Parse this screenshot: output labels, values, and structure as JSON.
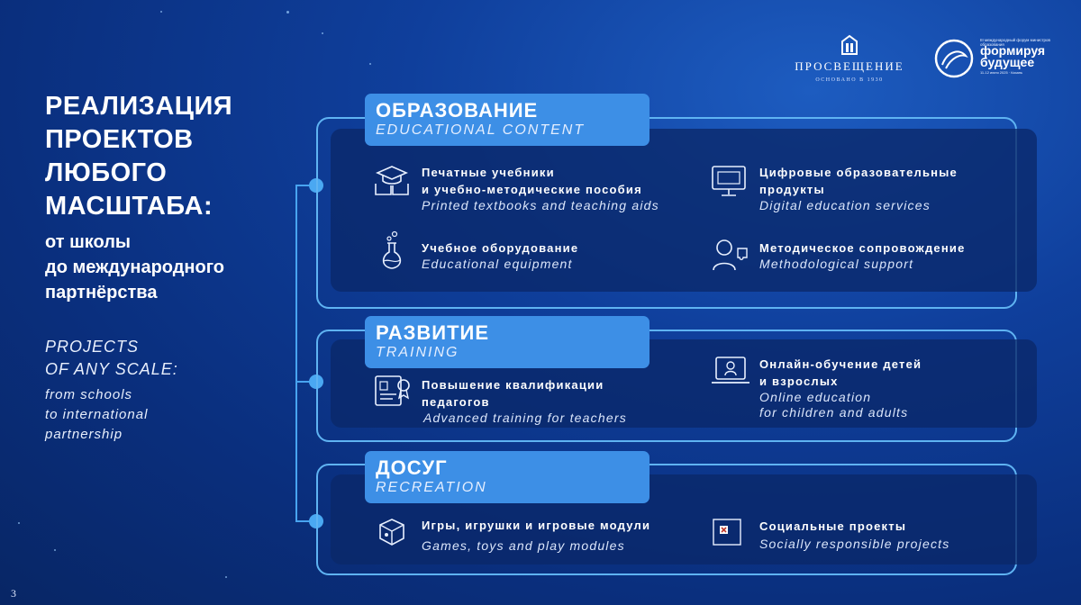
{
  "page_number": "3",
  "heading": {
    "title_lines": [
      "РЕАЛИЗАЦИЯ",
      "ПРОЕКТОВ",
      "ЛЮБОГО",
      "МАСШТАБА:"
    ],
    "subtitle_lines": [
      "от школы",
      "до международного",
      "партнёрства"
    ],
    "en_title_lines": [
      "PROJECTS",
      "OF ANY SCALE:"
    ],
    "en_subtitle_lines": [
      "from schools",
      "to international",
      "partnership"
    ]
  },
  "logos": {
    "prosveshchenie": {
      "name": "ПРОСВЕЩЕНИЕ",
      "since": "ОСНОВАНО В 1930"
    },
    "forum": {
      "top_text": "III международный форум министров образования",
      "name_line1": "формируя",
      "name_line2": "будущее",
      "bottom_text": "11-12 июня 2025 · Казань"
    }
  },
  "sections": [
    {
      "label_ru": "ОБРАЗОВАНИЕ",
      "label_en": "EDUCATIONAL CONTENT",
      "items": [
        {
          "icon": "graduation-book-icon",
          "ru_lines": [
            "Печатные учебники",
            "и учебно-методические пособия"
          ],
          "en_lines": [
            "Printed textbooks and teaching aids"
          ]
        },
        {
          "icon": "monitor-icon",
          "ru_lines": [
            "Цифровые образовательные",
            "продукты"
          ],
          "en_lines": [
            "Digital education services"
          ]
        },
        {
          "icon": "flask-icon",
          "ru_lines": [
            "Учебное оборудование"
          ],
          "en_lines": [
            "Educational equipment"
          ]
        },
        {
          "icon": "teacher-puzzle-icon",
          "ru_lines": [
            "Методическое сопровождение"
          ],
          "en_lines": [
            "Methodological support"
          ]
        }
      ]
    },
    {
      "label_ru": "РАЗВИТИЕ",
      "label_en": "TRAINING",
      "items": [
        {
          "icon": "certificate-icon",
          "ru_lines": [
            "Повышение квалификации",
            "педагогов"
          ],
          "en_lines": [
            "Advanced training for teachers"
          ]
        },
        {
          "icon": "laptop-user-icon",
          "ru_lines": [
            "Онлайн-обучение детей",
            "и взрослых"
          ],
          "en_lines": [
            "Online education",
            "for children and adults"
          ]
        }
      ]
    },
    {
      "label_ru": "ДОСУГ",
      "label_en": "RECREATION",
      "items": [
        {
          "icon": "toy-cube-icon",
          "ru_lines": [
            "Игры, игрушки и игровые модули"
          ],
          "en_lines": [
            "Games, toys and play modules"
          ]
        },
        {
          "icon": "social-projects-icon",
          "ru_lines": [
            "Социальные проекты"
          ],
          "en_lines": [
            "Socially responsible projects"
          ]
        }
      ]
    }
  ]
}
